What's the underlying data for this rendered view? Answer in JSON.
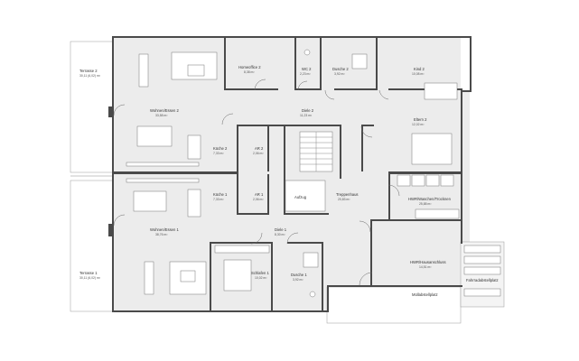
{
  "rooms": {
    "terrasse2": {
      "name": "Terrasse 2",
      "area": "30,11 (6,02) m²"
    },
    "wohnen2": {
      "name": "Wohnen/Essen 2",
      "area": "33,58 m²"
    },
    "homeoffice2": {
      "name": "Homeoffice 2",
      "area": "8,38 m²"
    },
    "wc2": {
      "name": "WC 2",
      "area": "2,23 m²"
    },
    "dusche2": {
      "name": "Dusche 2",
      "area": "3,92 m²"
    },
    "kind2": {
      "name": "Kind 2",
      "area": "10,08 m²"
    },
    "diele2": {
      "name": "Diele 2",
      "area": "11,23 m²"
    },
    "eltern2": {
      "name": "Eltern 2",
      "area": "12,02 m²"
    },
    "kueche2": {
      "name": "Küche 2",
      "area": "7,33 m²"
    },
    "ar2": {
      "name": "AR 2",
      "area": "2,06 m²"
    },
    "kueche1": {
      "name": "Küche 1",
      "area": "7,33 m²"
    },
    "ar1": {
      "name": "AR 1",
      "area": "2,06 m²"
    },
    "aufzug": {
      "name": "Aufzug",
      "area": ""
    },
    "treppenhaus": {
      "name": "Treppenhaus",
      "area": "20,83 m²"
    },
    "hwr_wasch": {
      "name": "HWR/Waschen/Trocknen",
      "area": "25,88 m²"
    },
    "wohnen1": {
      "name": "Wohnen/Essen 1",
      "area": "38,76 m²"
    },
    "diele1": {
      "name": "Diele 1",
      "area": "8,30 m²"
    },
    "hwr_haus": {
      "name": "HWR/Hausanschluss",
      "area": "14,51 m²"
    },
    "terrasse1": {
      "name": "Terrasse 1",
      "area": "30,11 (6,02) m²"
    },
    "schlafen1": {
      "name": "Schlafen 1",
      "area": "10,02 m²"
    },
    "dusche1": {
      "name": "Dusche 1",
      "area": "3,92 m²"
    },
    "fahrrad": {
      "name": "Fahrradabstellplatz",
      "area": ""
    },
    "muell": {
      "name": "Müllabstellplatz",
      "area": ""
    }
  },
  "colors": {
    "wall": "#4a4a4a",
    "floor": "#ececec",
    "background": "#ffffff"
  }
}
